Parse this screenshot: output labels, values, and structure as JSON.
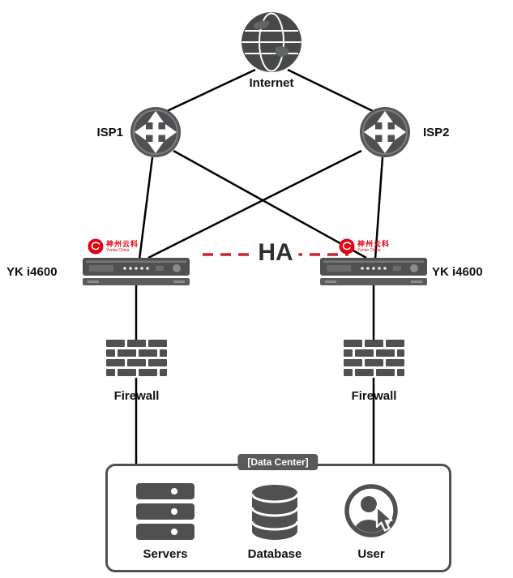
{
  "nodes": {
    "internet": {
      "label": "Internet"
    },
    "isp1": {
      "label": "ISP1"
    },
    "isp2": {
      "label": "ISP2"
    },
    "device_left": {
      "label": "YK i4600"
    },
    "device_right": {
      "label": "YK i4600"
    },
    "ha": {
      "label": "HA"
    },
    "firewall_left": {
      "label": "Firewall"
    },
    "firewall_right": {
      "label": "Firewall"
    },
    "datacenter": {
      "label": "[Data Center]"
    },
    "servers": {
      "label": "Servers"
    },
    "database": {
      "label": "Database"
    },
    "user": {
      "label": "User"
    }
  },
  "logo": {
    "brand": "神州云科",
    "brand_en": "Yunke China"
  },
  "colors": {
    "icon_gray": "#4f5052",
    "line_black": "#000000",
    "ha_dash_red": "#c9252c",
    "logo_red": "#e60012"
  }
}
